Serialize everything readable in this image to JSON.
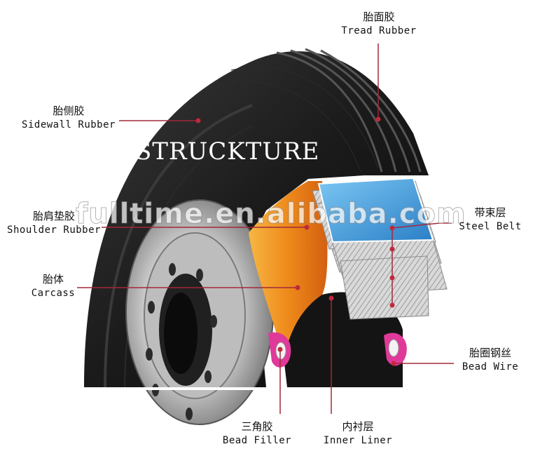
{
  "overlay": {
    "title": "STRUCKTURE",
    "watermark": "fulltime.en.alibaba.com"
  },
  "labels": {
    "tread": {
      "cn": "胎面胶",
      "en": "Tread Rubber"
    },
    "sidewall": {
      "cn": "胎侧胶",
      "en": "Sidewall Rubber"
    },
    "shoulder": {
      "cn": "胎肩垫胶",
      "en": "Shoulder Rubber"
    },
    "carcass": {
      "cn": "胎体",
      "en": "Carcass"
    },
    "steel_belt": {
      "cn": "带束层",
      "en": "Steel Belt"
    },
    "bead_wire": {
      "cn": "胎圈钢丝",
      "en": "Bead Wire"
    },
    "bead_filler": {
      "cn": "三角胶",
      "en": "Bead Filler"
    },
    "inner_liner": {
      "cn": "内衬层",
      "en": "Inner Liner"
    }
  },
  "colors": {
    "leader": "#a3283a",
    "tire": "#1b1b1b",
    "belt_blue": "#3c9fe0",
    "carcass_orange": "#f39a1e",
    "bead_pink": "#e0399a"
  }
}
